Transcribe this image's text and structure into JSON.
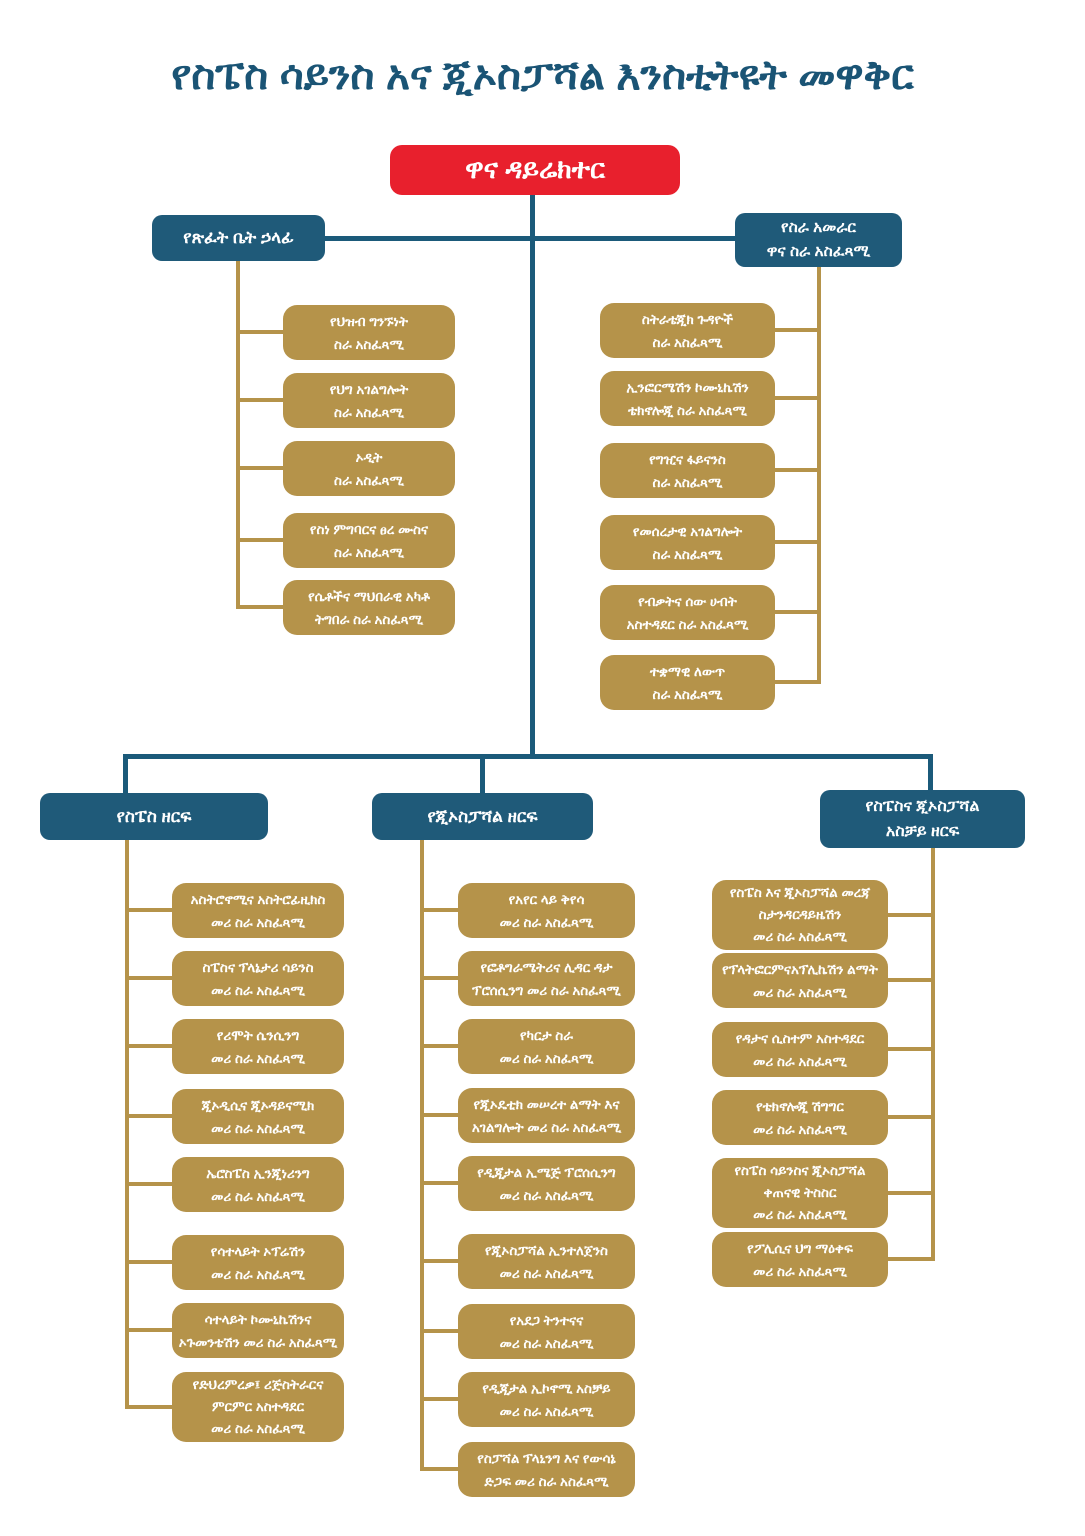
{
  "title": "የስፔስ ሳይንስ አና ጂኦስፓሻል እንስቲትዩት መዋቅር",
  "colors": {
    "title_text": "#1a5475",
    "director_red": "#e8202d",
    "sector_blue": "#1f5a79",
    "unit_gold": "#b5934a",
    "connector_blue": "#1b5a7a",
    "connector_gold": "#b5934a",
    "background": "#ffffff"
  },
  "org": {
    "director": {
      "lines": [
        "ዋና ዳይሬክተር"
      ]
    },
    "office_head": {
      "lines": [
        "የጽፈት ቤት ኃላፊ"
      ]
    },
    "office_head_units": [
      {
        "lines": [
          "የህዝብ ግንኙነት",
          "ስራ አስፈጻሚ"
        ]
      },
      {
        "lines": [
          "የህግ አገልግሎት",
          "ስራ አስፈጻሚ"
        ]
      },
      {
        "lines": [
          "ኦዲት",
          "ስራ አስፈጻሚ"
        ]
      },
      {
        "lines": [
          "የስነ ምግባርና ፀረ ሙስና",
          "ስራ አስፈጻሚ"
        ]
      },
      {
        "lines": [
          "የሴቶችና ማህበራዊ አካቶ",
          "ትግበራ ስራ አስፈጻሚ"
        ]
      }
    ],
    "management": {
      "lines": [
        "የስራ አመራር",
        "ዋና ስራ አስፈጻሚ"
      ]
    },
    "management_units": [
      {
        "lines": [
          "ስትራቴጂክ ጉዳዮች",
          "ስራ አስፈጻሚ"
        ]
      },
      {
        "lines": [
          "ኢንፎርሜሽን ኮሙኒኬሽን",
          "ቴክኖሎጂ ስራ አስፈጻሚ"
        ]
      },
      {
        "lines": [
          "የግዢና ፋይናንስ",
          "ስራ አስፈጻሚ"
        ]
      },
      {
        "lines": [
          "የመሰረታዊ አገልግሎት",
          "ስራ አስፈጻሚ"
        ]
      },
      {
        "lines": [
          "የብቃትና ሰው ሀብት",
          "አስተዳደር ስራ አስፈጻሚ"
        ]
      },
      {
        "lines": [
          "ተቋማዊ ለውጥ",
          "ስራ አስፈጻሚ"
        ]
      }
    ],
    "sectors": [
      {
        "label_lines": [
          "የስፔስ ዘርፍ"
        ],
        "units": [
          {
            "lines": [
              "አስትሮኖሚና አስትሮፊዚክስ",
              "መሪ ስራ አስፈጻሚ"
            ]
          },
          {
            "lines": [
              "ስፔስና ፕላኔታሪ ሳይንስ",
              "መሪ ስራ አስፈጻሚ"
            ]
          },
          {
            "lines": [
              "የሪሞት ሴንሲንግ",
              "መሪ ስራ አስፈጻሚ"
            ]
          },
          {
            "lines": [
              "ጂኦዲሲና ጂኦዳይናሚክ",
              "መሪ ስራ አስፈጻሚ"
            ]
          },
          {
            "lines": [
              "ኤሮስፔስ ኢንጂነሪንግ",
              "መሪ ስራ አስፈጻሚ"
            ]
          },
          {
            "lines": [
              "የሳተላይት ኦፕሬሽን",
              "መሪ ስራ አስፈጻሚ"
            ]
          },
          {
            "lines": [
              "ሳተላይት ኮሙኒኬሽንና",
              "ኦጉመንቴሽን መሪ ስራ አስፈጻሚ"
            ]
          },
          {
            "lines": [
              "የድህረምረቃ፤ ሪጅስትራርና",
              "ምርምር አስተዳደር",
              "መሪ ስራ አስፈጻሚ"
            ]
          }
        ]
      },
      {
        "label_lines": [
          "የጂኦስፓሻል ዘርፍ"
        ],
        "units": [
          {
            "lines": [
              "የአየር ላይ ቅየሳ",
              "መሪ ስራ አስፈጻሚ"
            ]
          },
          {
            "lines": [
              "የፎቶግራሜትሪና ሊዳር ዳታ",
              "ፕሮሰሲንግ መሪ ስራ አስፈጻሚ"
            ]
          },
          {
            "lines": [
              "የካርታ ስራ",
              "መሪ ስራ አስፈጻሚ"
            ]
          },
          {
            "lines": [
              "የጂኦዴቲክ መሠረተ ልማት እና",
              "አገልግሎት መሪ ስራ አስፈጻሚ"
            ]
          },
          {
            "lines": [
              "የዲጂታል ኢሜጅ ፕሮሰሲንግ",
              "መሪ ስራ አስፈጻሚ"
            ]
          },
          {
            "lines": [
              "የጂኦስፓሻል ኢንተለጀንስ",
              "መሪ ስራ አስፈጻሚ"
            ]
          },
          {
            "lines": [
              "የአደጋ ትንተናና",
              "መሪ ስራ አስፈጻሚ"
            ]
          },
          {
            "lines": [
              "የዲጂታል ኢኮኖሚ አስቻይ",
              "መሪ ስራ አስፈጻሚ"
            ]
          },
          {
            "lines": [
              "የስፓሻል ፕላኒንግ እና የውሳኔ",
              "ድጋፍ መሪ ስራ አስፈጻሚ"
            ]
          }
        ]
      },
      {
        "label_lines": [
          "የስፔስና ጂኦስፓሻል",
          "አስቻይ ዘርፍ"
        ],
        "units": [
          {
            "lines": [
              "የስፔስ እና ጂኦስፓሻል መረጃ",
              "ስታንዳርዳይዜሽን",
              "መሪ ስራ አስፈጻሚ"
            ]
          },
          {
            "lines": [
              "የፕላትፎርምናአፕሊኬሽን ልማት",
              "መሪ ስራ አስፈጻሚ"
            ]
          },
          {
            "lines": [
              "የዳታና ሲስተም አስተዳደር",
              "መሪ ስራ አስፈጻሚ"
            ]
          },
          {
            "lines": [
              "የቴክኖሎጂ ሽግግር",
              "መሪ ስራ አስፈጻሚ"
            ]
          },
          {
            "lines": [
              "የስፔስ ሳይንስና ጂኦስፓሻል",
              "ቀጠናዊ ትስስር",
              "መሪ ስራ አስፈጻሚ"
            ]
          },
          {
            "lines": [
              "የፖሊሲና ህግ ማዕቀፍ",
              "መሪ ስራ አስፈጻሚ"
            ]
          }
        ]
      }
    ]
  }
}
